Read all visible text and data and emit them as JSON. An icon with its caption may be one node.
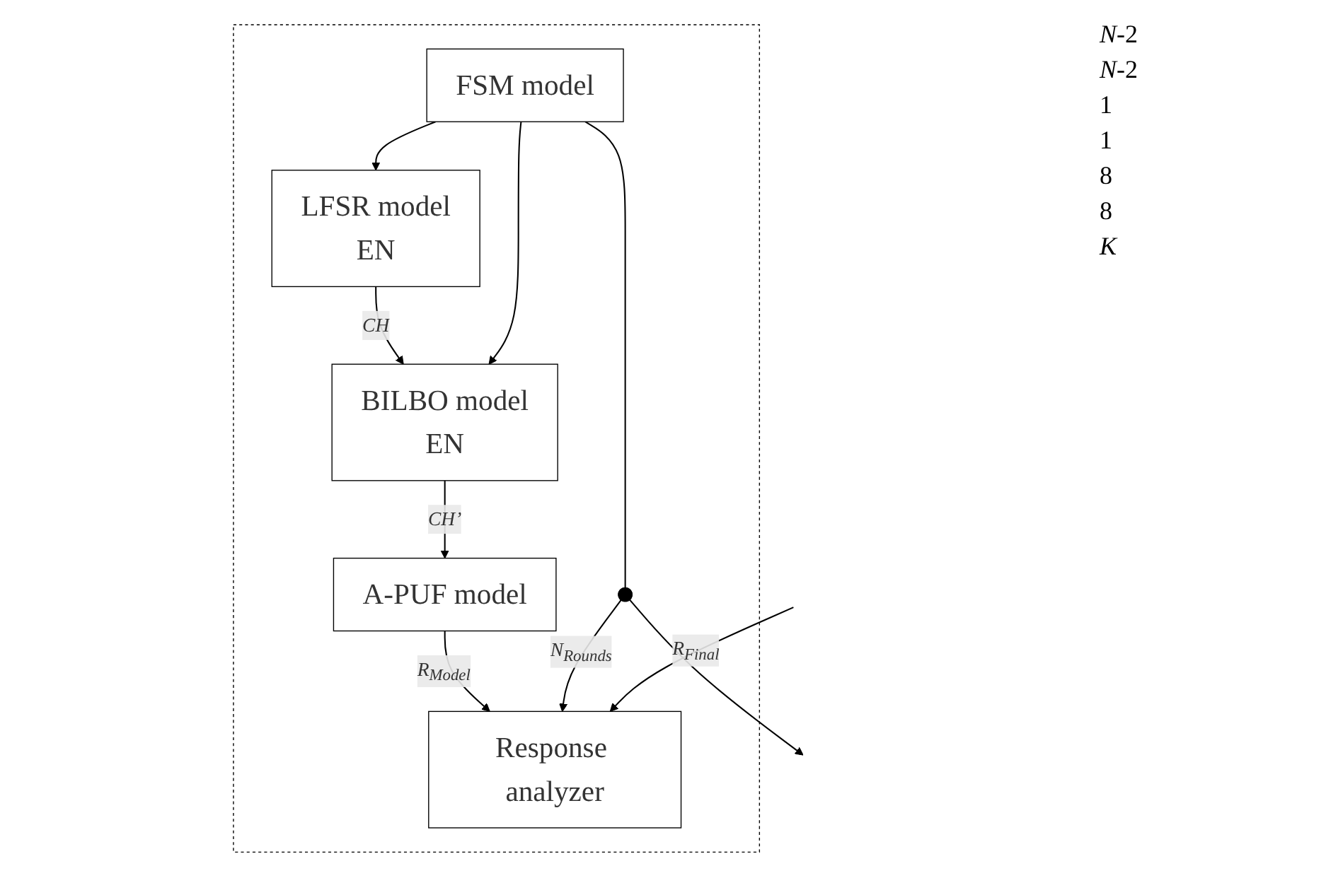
{
  "diagram": {
    "nodes": [
      {
        "text": [],
        "shape": "box"
      },
      {
        "text": [
          "BILBO model",
          "EN"
        ],
        "in": 0
      },
      {
        "text": [
          "LFSR model",
          "EN"
        ],
        "in": 0
      },
      {
        "text": [
          "A-PUF model"
        ],
        "in": 0
      },
      {
        "text": [
          "FSM model"
        ],
        "in": 0
      },
      {
        "text": [
          "Response analyzer"
        ],
        "in": 0
      },
      {
        "text": [],
        "shape": "dot",
        "in": 0
      }
    ],
    "edges": [
      {
        "from": 2,
        "to": 1,
        "arrow": "to",
        "label": "*CH*"
      },
      {
        "from": 1,
        "to": 3,
        "arrow": "to",
        "label": "*CH’*"
      },
      {
        "from": 4,
        "to": 1,
        "arrow": "to"
      },
      {
        "from": 4,
        "to": 2,
        "arrow": "to"
      },
      {
        "from": 3,
        "to": 5,
        "arrow": "to",
        "label": "R$_{Model}$"
      },
      {
        "from": 4,
        "to": 6,
        "arrow": "none"
      },
      {
        "from": 6,
        "to": null,
        "arrow": "to"
      },
      {
        "from": 6,
        "to": 5,
        "arrow": "to",
        "label": "N$_{Rounds}$"
      },
      {
        "from": null,
        "to": 5,
        "arrow": "to",
        "label": "R$_{Final}$"
      }
    ],
    "labels": [
      "*N*-2",
      "*N*-2",
      "1",
      "1",
      "8",
      "8",
      "*K*"
    ]
  }
}
